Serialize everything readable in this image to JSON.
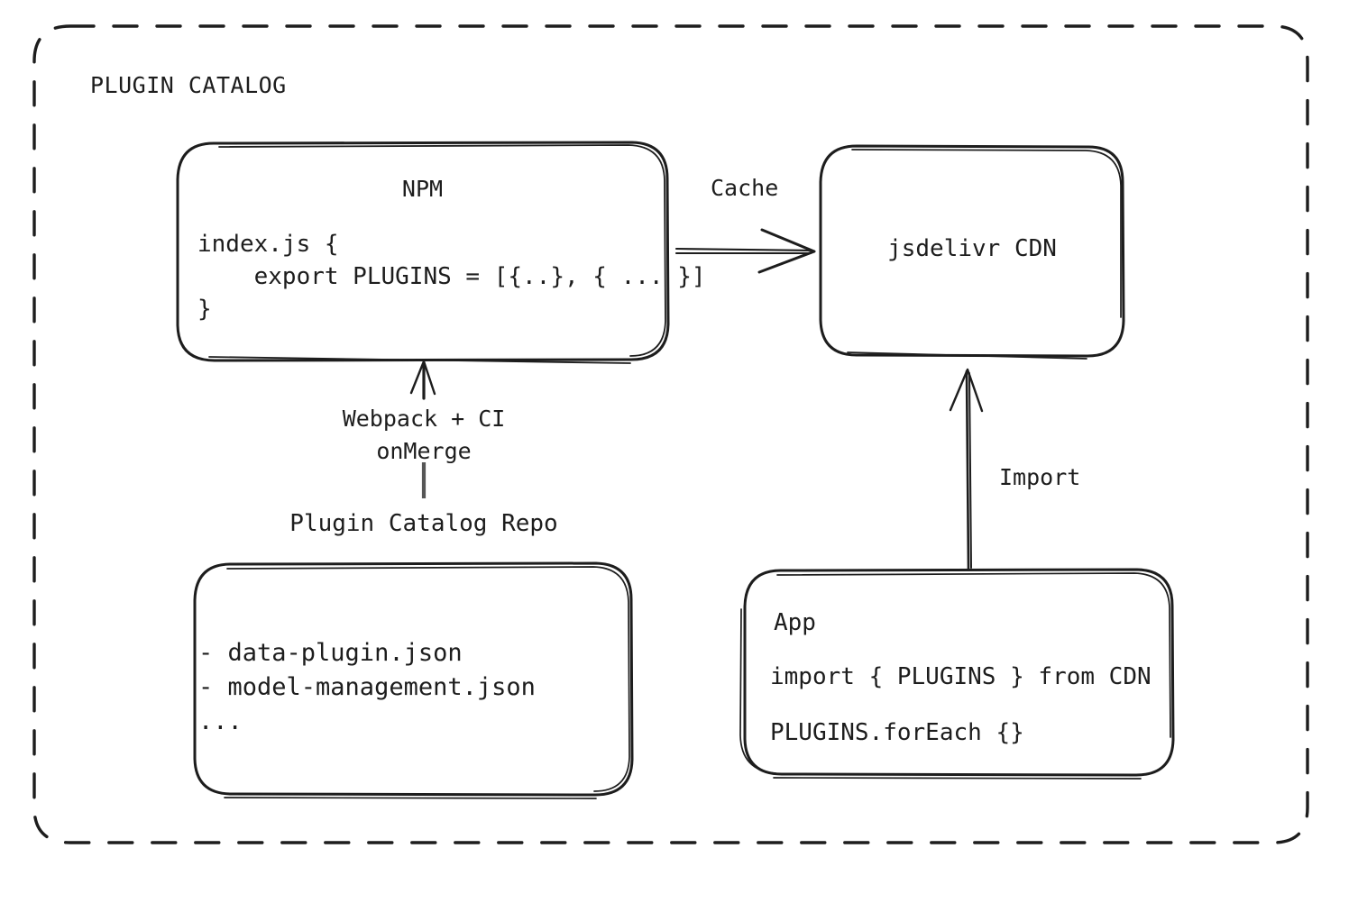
{
  "diagram": {
    "type": "architecture-flow",
    "title": "PLUGIN CATALOG",
    "boundary": {
      "style": "dashed",
      "label": "PLUGIN CATALOG"
    },
    "nodes": {
      "npm": {
        "title": "NPM",
        "code": "index.js {\n    export PLUGINS = [{..}, { ... }]\n}"
      },
      "cdn": {
        "title": "jsdelivr CDN"
      },
      "repo": {
        "caption": "Plugin Catalog Repo",
        "files": "- data-plugin.json\n- model-management.json\n..."
      },
      "app": {
        "title": "App",
        "line1": "import { PLUGINS } from CDN",
        "line2": "PLUGINS.forEach {}"
      }
    },
    "edges": {
      "cache": {
        "label": "Cache",
        "from": "npm",
        "to": "cdn",
        "direction": "right"
      },
      "build": {
        "label": "Webpack + CI\nonMerge",
        "from": "repo",
        "to": "npm",
        "direction": "up"
      },
      "import": {
        "label": "Import",
        "from": "app",
        "to": "cdn",
        "direction": "up"
      }
    },
    "colors": {
      "ink": "#1d1d1d",
      "background": "#ffffff"
    }
  }
}
